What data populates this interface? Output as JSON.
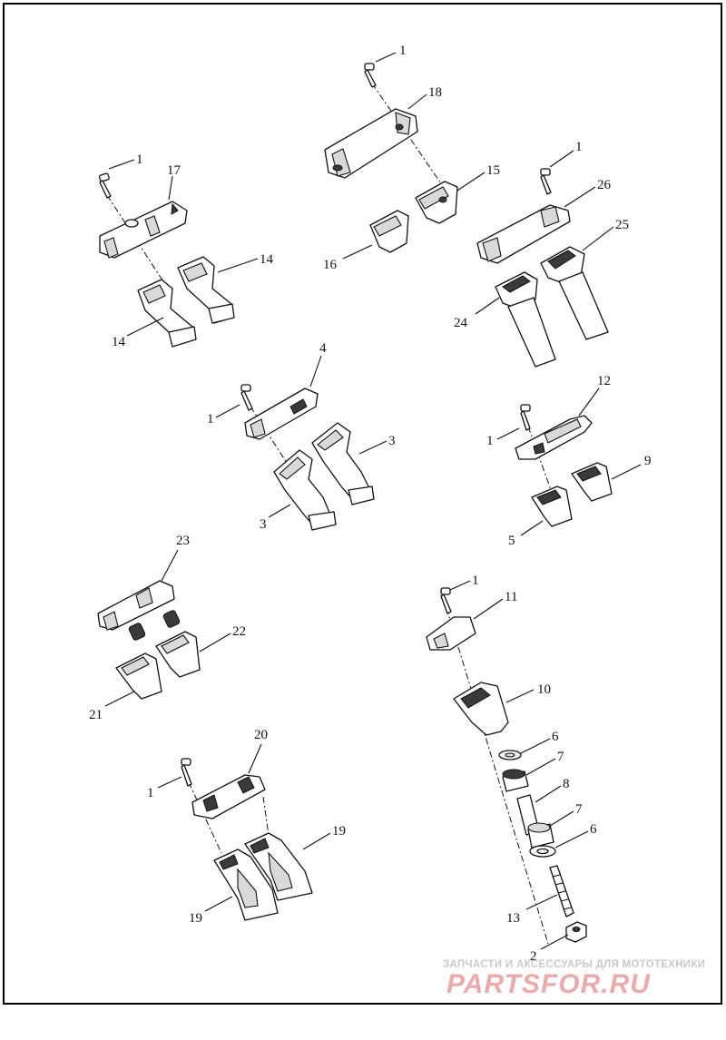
{
  "diagram": {
    "callouts": {
      "c1a": "1",
      "c18": "18",
      "c1b": "1",
      "c17": "17",
      "c15": "15",
      "c14a": "14",
      "c14b": "14",
      "c16": "16",
      "c1c": "1",
      "c26": "26",
      "c25": "25",
      "c24": "24",
      "c4": "4",
      "c1d": "1",
      "c3a": "3",
      "c3b": "3",
      "c12": "12",
      "c1e": "1",
      "c9": "9",
      "c5": "5",
      "c23": "23",
      "c22": "22",
      "c21": "21",
      "c1f": "1",
      "c11": "11",
      "c10": "10",
      "c6a": "6",
      "c7a": "7",
      "c8": "8",
      "c7b": "7",
      "c6b": "6",
      "c13": "13",
      "c2": "2",
      "c20": "20",
      "c1g": "1",
      "c19a": "19",
      "c19b": "19"
    }
  },
  "watermark": {
    "tagline": "ЗАПЧАСТИ И АКСЕССУАРЫ ДЛЯ МОТОТЕХНИКИ",
    "brand": "PARTSFOR.RU",
    "color": "#ecaaaa"
  },
  "colors": {
    "line": "#111111",
    "background": "#ffffff",
    "frame": "#000000"
  }
}
